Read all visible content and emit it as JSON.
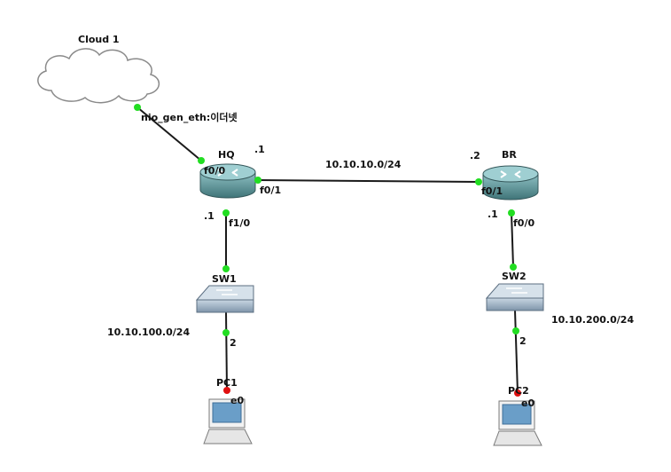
{
  "nodes": {
    "cloud": {
      "name": "Cloud 1",
      "port": "nio_gen_eth:이더넷"
    },
    "hq": {
      "name": "HQ",
      "ip_f01": ".1",
      "port_f00": "f0/0",
      "port_f01": "f0/1",
      "ip_f10": ".1",
      "port_f10": "f1/0"
    },
    "br": {
      "name": "BR",
      "ip_f01": ".2",
      "port_f01": "f0/1",
      "ip_f00": ".1",
      "port_f00": "f0/0"
    },
    "sw1": {
      "name": "SW1",
      "port": "2"
    },
    "sw2": {
      "name": "SW2",
      "port": "2"
    },
    "pc1": {
      "name": "PC1",
      "port": "e0"
    },
    "pc2": {
      "name": "PC2",
      "port": "e0"
    }
  },
  "networks": {
    "wan": "10.10.10.0/24",
    "lan1": "10.10.100.0/24",
    "lan2": "10.10.200.0/24"
  },
  "colors": {
    "link": "#1a1a1a",
    "port_up": "#22dd22",
    "port_down": "#e01010",
    "router_body": "#5a8a8e",
    "switch_body": "#8fa4b8"
  }
}
